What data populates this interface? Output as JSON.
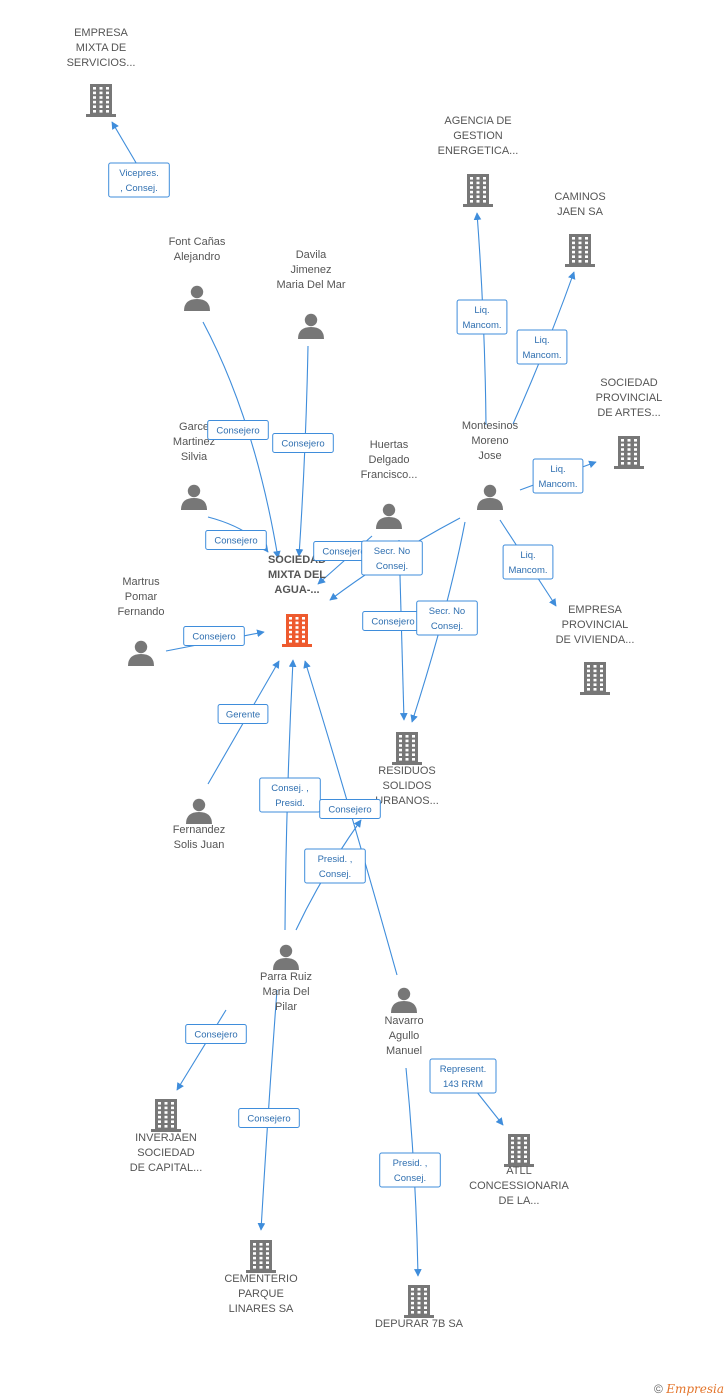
{
  "colors": {
    "edge": "#3f8ddb",
    "company": "#777777",
    "focus": "#ee5a2e",
    "person": "#777777",
    "tag_text": "#2f6fb0"
  },
  "nodes": [
    {
      "id": "focus",
      "type": "focus",
      "lines": [
        "SOCIEDAD",
        "MIXTA DEL",
        "AGUA-..."
      ]
    },
    {
      "id": "emsv",
      "type": "company",
      "lines": [
        "EMPRESA",
        "MIXTA DE",
        "SERVICIOS..."
      ]
    },
    {
      "id": "agencia",
      "type": "company",
      "lines": [
        "AGENCIA DE",
        "GESTION",
        "ENERGETICA..."
      ]
    },
    {
      "id": "caminos",
      "type": "company",
      "lines": [
        "CAMINOS",
        "JAEN SA"
      ]
    },
    {
      "id": "artes",
      "type": "company",
      "lines": [
        "SOCIEDAD",
        "PROVINCIAL",
        "DE ARTES..."
      ]
    },
    {
      "id": "vivienda",
      "type": "company",
      "lines": [
        "EMPRESA",
        "PROVINCIAL",
        "DE VIVIENDA..."
      ]
    },
    {
      "id": "residuos",
      "type": "company",
      "lines": [
        "RESIDUOS",
        "SOLIDOS",
        "URBANOS..."
      ]
    },
    {
      "id": "inverjaen",
      "type": "company",
      "lines": [
        "INVERJAEN",
        "SOCIEDAD",
        "DE CAPITAL..."
      ]
    },
    {
      "id": "cementerio",
      "type": "company",
      "lines": [
        "CEMENTERIO",
        "PARQUE",
        "LINARES SA"
      ]
    },
    {
      "id": "depurar",
      "type": "company",
      "lines": [
        "DEPURAR 7B SA"
      ]
    },
    {
      "id": "atll",
      "type": "company",
      "lines": [
        "ATLL",
        "CONCESSIONARIA",
        "DE LA..."
      ]
    },
    {
      "id": "font",
      "type": "person",
      "lines": [
        "Font Cañas",
        "Alejandro"
      ]
    },
    {
      "id": "davila",
      "type": "person",
      "lines": [
        "Davila",
        "Jimenez",
        "Maria Del Mar"
      ]
    },
    {
      "id": "garce",
      "type": "person",
      "lines": [
        "Garce",
        "Martinez",
        "Silvia"
      ]
    },
    {
      "id": "huertas",
      "type": "person",
      "lines": [
        "Huertas",
        "Delgado",
        "Francisco..."
      ]
    },
    {
      "id": "montesinos",
      "type": "person",
      "lines": [
        "Montesinos",
        "Moreno",
        "Jose"
      ]
    },
    {
      "id": "martrus",
      "type": "person",
      "lines": [
        "Martrus",
        "Pomar",
        "Fernando"
      ]
    },
    {
      "id": "fernandez",
      "type": "person",
      "lines": [
        "Fernandez",
        "Solis Juan"
      ]
    },
    {
      "id": "parra",
      "type": "person",
      "lines": [
        "Parra Ruiz",
        "Maria Del",
        "Pilar"
      ]
    },
    {
      "id": "navarro",
      "type": "person",
      "lines": [
        "Navarro",
        "Agullo",
        "Manuel"
      ]
    }
  ],
  "edges": [
    {
      "id": "e1",
      "from": "font",
      "to": "emsv",
      "tag": [
        "Vicepres.",
        ", Consej."
      ]
    },
    {
      "id": "e2",
      "from": "font",
      "to": "focus",
      "tag": [
        "Consejero"
      ]
    },
    {
      "id": "e3",
      "from": "davila",
      "to": "focus",
      "tag": [
        "Consejero"
      ]
    },
    {
      "id": "e4",
      "from": "garce",
      "to": "focus",
      "tag": [
        "Consejero"
      ]
    },
    {
      "id": "e5",
      "from": "huertas",
      "to": "focus",
      "tag": [
        "Consejero"
      ]
    },
    {
      "id": "e6",
      "from": "huertas",
      "to": "residuos",
      "tag": [
        "Consejero"
      ]
    },
    {
      "id": "e7",
      "from": "montesinos",
      "to": "focus",
      "tag": [
        "Secr.  No",
        "Consej."
      ]
    },
    {
      "id": "e8",
      "from": "montesinos",
      "to": "residuos",
      "tag": [
        "Secr.  No",
        "Consej."
      ]
    },
    {
      "id": "e9",
      "from": "montesinos",
      "to": "agencia",
      "tag": [
        "Liq.",
        "Mancom."
      ]
    },
    {
      "id": "e10",
      "from": "montesinos",
      "to": "caminos",
      "tag": [
        "Liq.",
        "Mancom."
      ]
    },
    {
      "id": "e11",
      "from": "montesinos",
      "to": "artes",
      "tag": [
        "Liq.",
        "Mancom."
      ]
    },
    {
      "id": "e12",
      "from": "montesinos",
      "to": "vivienda",
      "tag": [
        "Liq.",
        "Mancom."
      ]
    },
    {
      "id": "e13",
      "from": "martrus",
      "to": "focus",
      "tag": [
        "Consejero"
      ]
    },
    {
      "id": "e14",
      "from": "fernandez",
      "to": "focus",
      "tag": [
        "Gerente"
      ]
    },
    {
      "id": "e15",
      "from": "parra",
      "to": "focus",
      "tag": [
        "Consej. ,",
        "Presid."
      ]
    },
    {
      "id": "e16",
      "from": "parra",
      "to": "residuos",
      "tag": [
        "Presid. ,",
        "Consej."
      ]
    },
    {
      "id": "e17",
      "from": "navarro",
      "to": "focus",
      "tag": [
        "Consejero"
      ]
    },
    {
      "id": "e18",
      "from": "parra",
      "to": "inverjaen",
      "tag": [
        "Consejero"
      ]
    },
    {
      "id": "e19",
      "from": "parra",
      "to": "cementerio",
      "tag": [
        "Consejero"
      ]
    },
    {
      "id": "e20",
      "from": "navarro",
      "to": "depurar",
      "tag": [
        "Presid. ,",
        "Consej."
      ]
    },
    {
      "id": "e21",
      "from": "navarro",
      "to": "atll",
      "tag": [
        "Represent.",
        "143 RRM"
      ]
    }
  ],
  "footer": {
    "copyright": "©",
    "brand": "Empresia"
  }
}
